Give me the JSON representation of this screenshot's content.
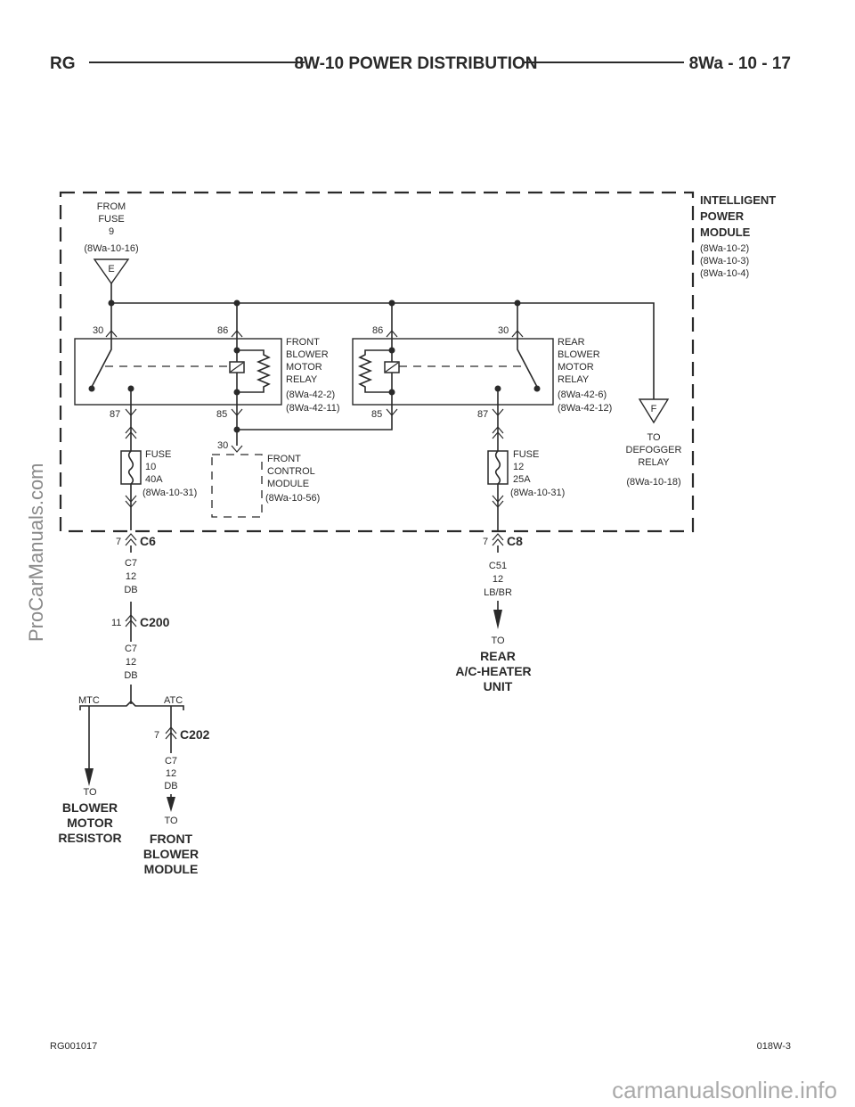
{
  "header": {
    "left": "RG",
    "center": "8W-10 POWER DISTRIBUTION",
    "right": "8Wa - 10 - 17"
  },
  "ipm": {
    "title_lines": [
      "INTELLIGENT",
      "POWER",
      "MODULE"
    ],
    "refs": [
      "(8Wa-10-2)",
      "(8Wa-10-3)",
      "(8Wa-10-4)"
    ]
  },
  "from_fuse": {
    "lines": [
      "FROM",
      "FUSE",
      "9"
    ],
    "ref": "(8Wa-10-16)",
    "connector_letter": "E"
  },
  "front_relay": {
    "lines": [
      "FRONT",
      "BLOWER",
      "MOTOR",
      "RELAY",
      "(8Wa-42-2)",
      "(8Wa-42-11)"
    ],
    "pins": {
      "p30": "30",
      "p86": "86",
      "p87": "87",
      "p85": "85"
    }
  },
  "rear_relay": {
    "lines": [
      "REAR",
      "BLOWER",
      "MOTOR",
      "RELAY",
      "(8Wa-42-6)",
      "(8Wa-42-12)"
    ],
    "pins": {
      "p86": "86",
      "p30": "30",
      "p85": "85",
      "p87": "87"
    }
  },
  "defogger": {
    "connector_letter": "F",
    "lines": [
      "TO",
      "DEFOGGER",
      "RELAY"
    ],
    "ref": "(8Wa-10-18)"
  },
  "fuse10": {
    "lines": [
      "FUSE",
      "10",
      "40A",
      "(8Wa-10-31)"
    ]
  },
  "fuse12": {
    "lines": [
      "FUSE",
      "12",
      "25A",
      "(8Wa-10-31)"
    ]
  },
  "fcm": {
    "pin": "30",
    "lines": [
      "FRONT",
      "CONTROL",
      "MODULE",
      "(8Wa-10-56)"
    ]
  },
  "left_circuit": {
    "c6_pin": "7",
    "c6_name": "C6",
    "wire1": [
      "C7",
      "12",
      "DB"
    ],
    "c200_pin": "11",
    "c200_name": "C200",
    "wire2": [
      "C7",
      "12",
      "DB"
    ],
    "splice_left": "MTC",
    "splice_right": "ATC",
    "c202_pin": "7",
    "c202_name": "C202",
    "wire3": [
      "C7",
      "12",
      "DB"
    ]
  },
  "right_circuit": {
    "c8_pin": "7",
    "c8_name": "C8",
    "wire": [
      "C51",
      "12",
      "LB/BR"
    ],
    "to_label": "TO",
    "dest_lines": [
      "REAR",
      "A/C-HEATER",
      "UNIT"
    ]
  },
  "blower_resistor": {
    "to_label": "TO",
    "dest_lines": [
      "BLOWER",
      "MOTOR",
      "RESISTOR"
    ]
  },
  "front_blower_module": {
    "to_label": "TO",
    "dest_lines": [
      "FRONT",
      "BLOWER",
      "MODULE"
    ]
  },
  "footer": {
    "left": "RG001017",
    "right": "018W-3"
  },
  "watermarks": {
    "side": "ProCarManuals.com",
    "bottom": "carmanualsonline.info"
  }
}
